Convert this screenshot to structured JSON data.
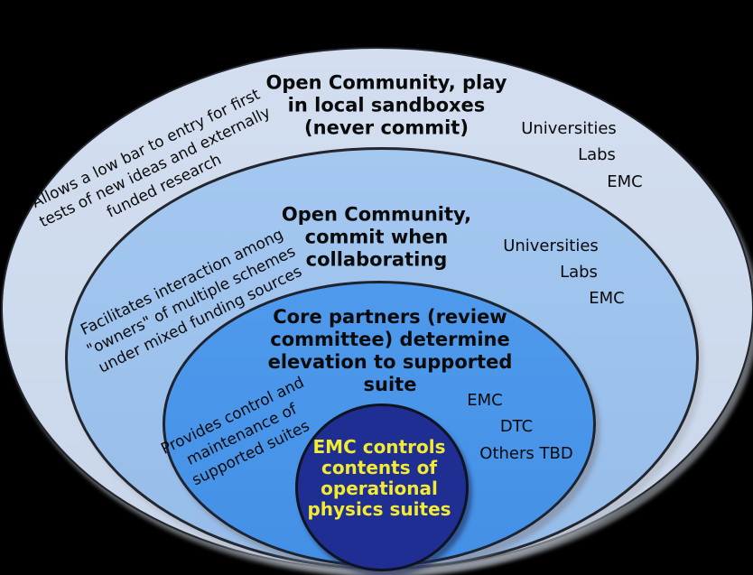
{
  "diagram": {
    "background": "#000000",
    "rings": [
      {
        "id": "outer",
        "title": "Open Community, play\nin local sandboxes\n(never commit)",
        "note": "Allows a low bar to entry for first\ntests of new ideas and externally\nfunded research",
        "members": [
          "Universities",
          "Labs",
          "EMC"
        ],
        "fill": "#cdd9ec",
        "outline": "#23262c"
      },
      {
        "id": "middle",
        "title": "Open Community,\ncommit when\ncollaborating",
        "note": "Facilitates interaction among\n\"owners\" of multiple schemes\nunder mixed funding sources",
        "members": [
          "Universities",
          "Labs",
          "EMC"
        ],
        "fill": "#9cc2ee",
        "outline": "#23262c"
      },
      {
        "id": "inner",
        "title": "Core partners (review\ncommittee) determine\nelevation to supported\nsuite",
        "note": "Provides control and\nmaintenance of\nsupported suites",
        "members": [
          "EMC",
          "DTC",
          "Others TBD"
        ],
        "fill": "#4894ea",
        "outline": "#1e232e"
      }
    ],
    "core": {
      "label": "EMC controls\ncontents of\noperational\nphysics suites",
      "fill": "#1e2e92",
      "text_color": "#f2ea33",
      "outline": "#0e1322"
    }
  }
}
